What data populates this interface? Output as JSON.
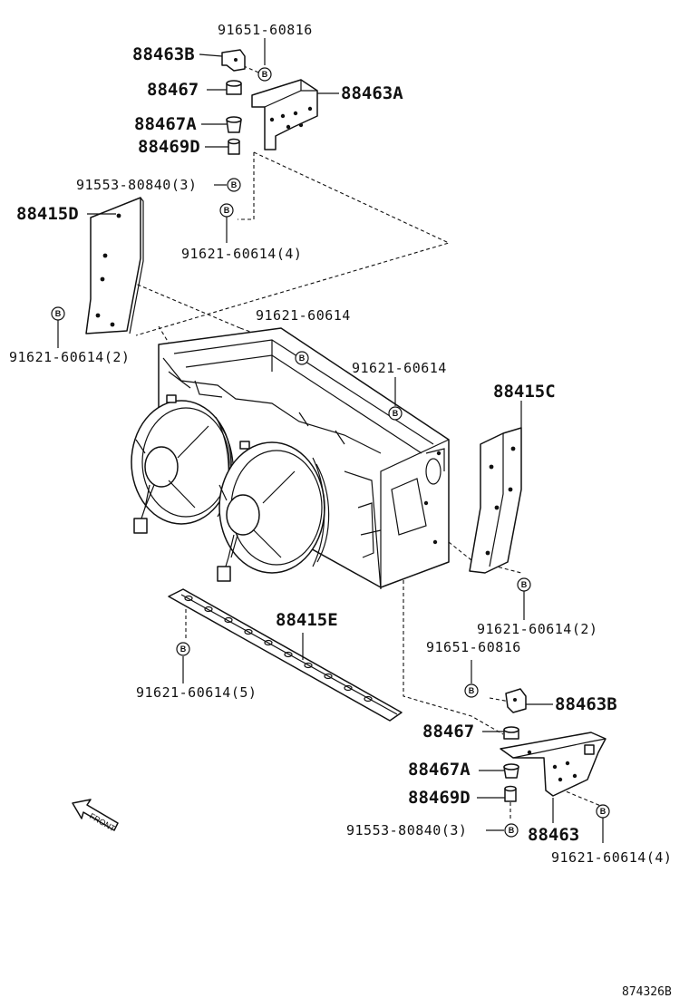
{
  "diagram": {
    "reference_code": "874326B",
    "front_arrow_label": "FRONT",
    "bolt_marker": "B",
    "labels": {
      "l1": "91651-60816",
      "l2": "88463B",
      "l3": "88467",
      "l4": "88463A",
      "l5": "88467A",
      "l6": "88469D",
      "l7": "91553-80840(3)",
      "l8": "88415D",
      "l9": "91621-60614(4)",
      "l10": "91621-60614",
      "l11": "91621-60614(2)",
      "l12": "91621-60614",
      "l13": "88415C",
      "l14": "88415E",
      "l15": "91621-60614(2)",
      "l16": "91651-60816",
      "l17": "91621-60614(5)",
      "l18": "88463B",
      "l19": "88467",
      "l20": "88467A",
      "l21": "88469D",
      "l22": "91553-80840(3)",
      "l23": "88463",
      "l24": "91621-60614(4)"
    }
  }
}
